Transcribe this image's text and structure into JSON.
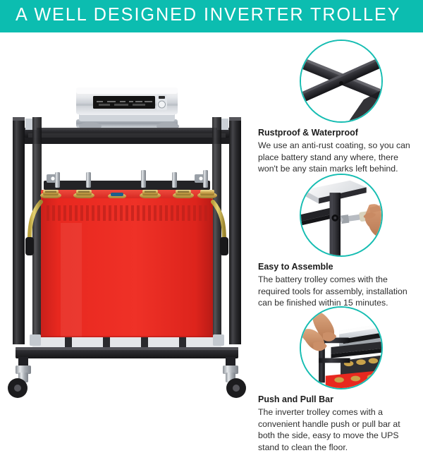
{
  "header": {
    "title": "A WELL DESIGNED INVERTER TROLLEY",
    "background_color": "#0cbdb0",
    "text_color": "#ffffff"
  },
  "product": {
    "alt_name": "inverter-trolley-product-photo",
    "parts": {
      "inverter": "silver inverter unit",
      "battery": "red battery",
      "frame": "black steel rack frame",
      "casters": "chrome caster wheels",
      "cables": "yellow braided battery cables"
    },
    "colors": {
      "frame": "#2b2b2d",
      "battery": "#e8251f",
      "inverter_body": "#d8dade",
      "inverter_panel": "#131313",
      "terminal": "#c9a24a",
      "caster": "#b9bdc2",
      "cable": "#d8c14d"
    }
  },
  "features": [
    {
      "icon_name": "frame-crossbar-photo",
      "heading": "Rustproof & Waterproof",
      "body": "We use an anti-rust coating, so you can place battery stand any where, there won't be any stain marks left behind."
    },
    {
      "icon_name": "wrench-assembly-photo",
      "heading": "Easy to Assemble",
      "body": "The battery trolley comes with the required tools for assembly, installation can be finished within 15 minutes."
    },
    {
      "icon_name": "push-pull-bar-photo",
      "heading": "Push and Pull Bar",
      "body": "The inverter trolley comes with a convenient handle push or pull bar at both the side, easy to move the UPS stand to clean the floor."
    }
  ],
  "accent_color": "#16bdb2"
}
